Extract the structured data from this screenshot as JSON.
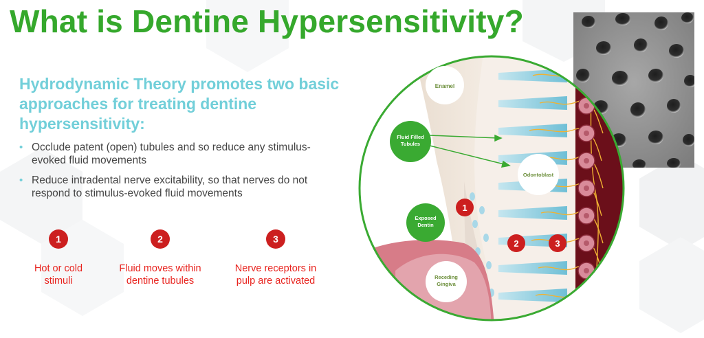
{
  "title": "What is Dentine Hypersensitivity?",
  "subtitle": "Hydrodynamic Theory promotes two basic approaches for treating dentine hypersensitivity:",
  "bullets": [
    "Occlude patent (open) tubules and so reduce any stimulus-evoked fluid movements",
    "Reduce intradental nerve excitability, so that nerves do not respond to stimulus-evoked fluid movements"
  ],
  "steps": [
    {
      "number": "1",
      "label_line1": "Hot or cold",
      "label_line2": "stimuli"
    },
    {
      "number": "2",
      "label_line1": "Fluid moves within",
      "label_line2": "dentine tubules"
    },
    {
      "number": "3",
      "label_line1": "Nerve receptors in",
      "label_line2": "pulp are activated"
    }
  ],
  "diagram": {
    "labels": {
      "enamel": "Enamel",
      "fluid_filled_line1": "Fluid Filled",
      "fluid_filled_line2": "Tubules",
      "odontoblast": "Odontoblast",
      "exposed_line1": "Exposed",
      "exposed_line2": "Dentin",
      "receding_line1": "Receding",
      "receding_line2": "Gingiva"
    },
    "markers": [
      "1",
      "2",
      "3"
    ]
  },
  "colors": {
    "title_green": "#35a82c",
    "subtitle_teal": "#72cfd9",
    "step_red": "#e8231e",
    "badge_red": "#cc1f1f",
    "tubule_blue": "#7ec9dd",
    "pulp_dark": "#6b0f1a",
    "gingiva_pink": "#d77c88"
  }
}
